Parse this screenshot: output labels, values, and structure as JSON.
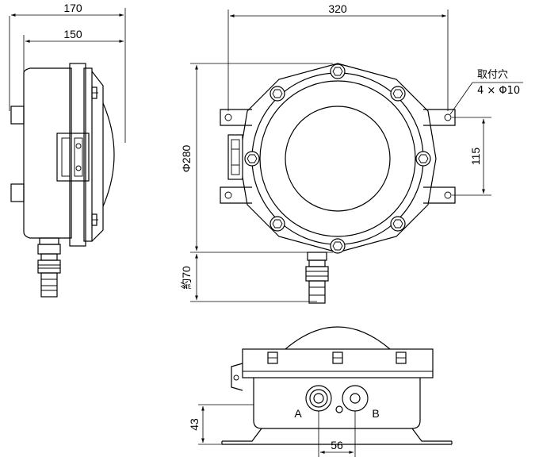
{
  "side_view": {
    "dim_overall": "170",
    "dim_body": "150"
  },
  "front_view": {
    "dim_mount_span": "320",
    "dim_diameter": "Φ280",
    "dim_lower": "約70",
    "dim_vertical_pitch": "115",
    "callout_title": "取付穴",
    "callout_spec": "4 × Φ10"
  },
  "bottom_view": {
    "dim_height": "43",
    "dim_port_pitch": "56",
    "port_a_label": "A",
    "port_b_label": "B"
  }
}
